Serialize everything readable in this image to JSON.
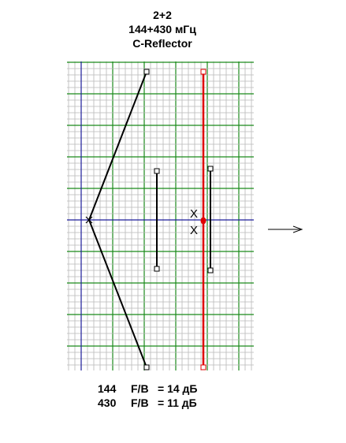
{
  "header": {
    "line1": "2+2",
    "line2": "144+430 мГц",
    "line3": "C-Reflector"
  },
  "colors": {
    "grid_minor": "#b8b8b8",
    "grid_major": "#1a8a1a",
    "axis": "#1c1c9a",
    "element": "#000000",
    "reflector": "#e00000",
    "feed": "#e00000"
  },
  "markers": {
    "upper": "X",
    "lower": "X"
  },
  "results": [
    {
      "freq": "144",
      "metric": "F/B",
      "value": "= 14 дБ"
    },
    {
      "freq": "430",
      "metric": "F/B",
      "value": "= 11 дБ"
    }
  ]
}
